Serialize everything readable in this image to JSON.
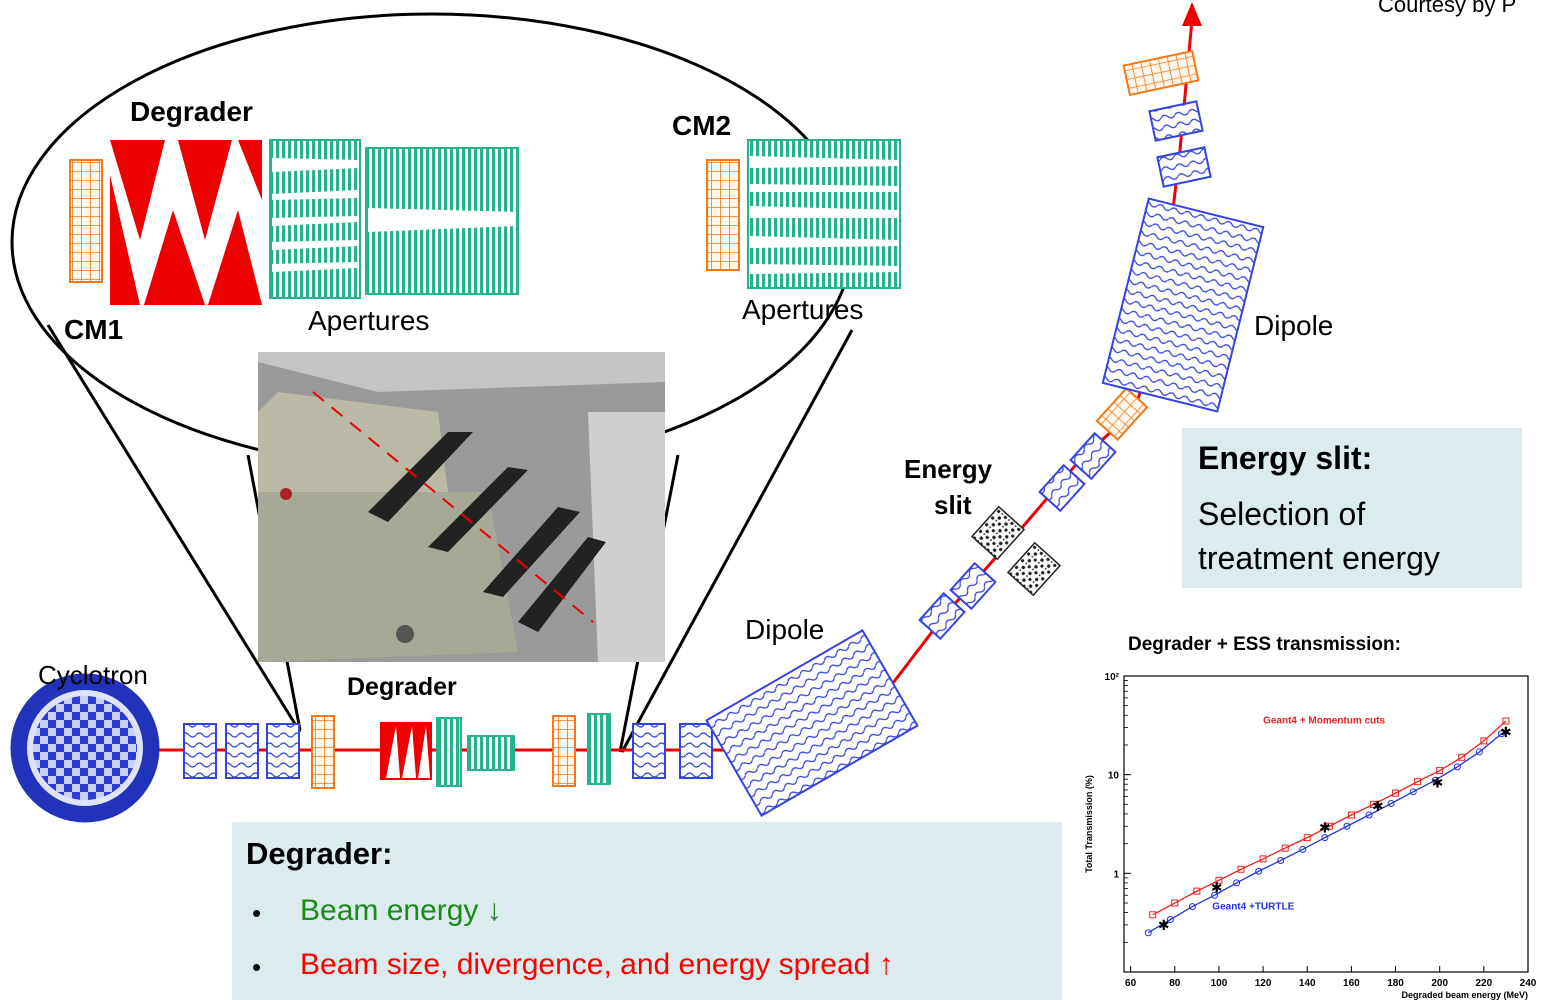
{
  "credit": "Courtesy by P",
  "labels": {
    "degrader_zoom": "Degrader",
    "cm1": "CM1",
    "cm2": "CM2",
    "apertures_1": "Apertures",
    "apertures_2": "Apertures",
    "cyclotron": "Cyclotron",
    "degrader_line": "Degrader",
    "dipole_1": "Dipole",
    "dipole_2": "Dipole",
    "energy_slit_1": "Energy",
    "energy_slit_2": "slit"
  },
  "degrader_box": {
    "title": "Degrader:",
    "bullet_1": "Beam energy ↓",
    "bullet_2": "Beam size, divergence, and energy spread ↑",
    "bullet_1_color": "#1a8a1a",
    "bullet_2_color": "#ff0000",
    "bullet_marker": "•"
  },
  "energy_box": {
    "title": "Energy slit:",
    "line_1": "Selection of",
    "line_2": "treatment energy"
  },
  "colors": {
    "beam": "#ee0000",
    "quad": "#3344dd",
    "collimator": "#f07a1a",
    "aperture": "#27b28e",
    "degrader": "#ee0000",
    "cyclotron": "#2233bb",
    "note_bg": "#dcebed"
  },
  "chart_title": "Degrader + ESS transmission:",
  "chart_data": {
    "type": "line",
    "title": "Degrader + ESS transmission:",
    "xlabel": "Degraded beam energy (MeV)",
    "ylabel": "Total Transmission (%)",
    "x_scale": "linear",
    "y_scale": "log",
    "xlim": [
      57,
      240
    ],
    "ylim": [
      0.1,
      100
    ],
    "x_ticks": [
      "60",
      "80",
      "100",
      "120",
      "140",
      "160",
      "180",
      "200",
      "220",
      "240"
    ],
    "y_ticks": [
      "1",
      "10",
      "10²"
    ],
    "grid": false,
    "series": [
      {
        "name": "Geant4 + Momentum cuts",
        "color": "#ee2222",
        "marker": "square",
        "x": [
          70,
          80,
          90,
          100,
          110,
          120,
          130,
          140,
          150,
          160,
          170,
          180,
          190,
          200,
          210,
          220,
          230
        ],
        "y": [
          0.38,
          0.5,
          0.66,
          0.85,
          1.1,
          1.4,
          1.8,
          2.3,
          3.0,
          3.9,
          5.0,
          6.5,
          8.5,
          11,
          15,
          22,
          35
        ]
      },
      {
        "name": "Geant4 +TURTLE",
        "color": "#2233dd",
        "marker": "circle",
        "x": [
          68,
          78,
          88,
          98,
          108,
          118,
          128,
          138,
          148,
          158,
          168,
          178,
          188,
          198,
          208,
          218,
          228
        ],
        "y": [
          0.25,
          0.34,
          0.46,
          0.6,
          0.8,
          1.05,
          1.35,
          1.75,
          2.3,
          3.0,
          3.9,
          5.1,
          6.7,
          8.8,
          12,
          17,
          26
        ]
      },
      {
        "name": "",
        "color": "#000000",
        "marker": "star",
        "x": [
          75,
          99,
          148,
          172,
          199,
          230
        ],
        "y": [
          0.3,
          0.72,
          2.9,
          4.8,
          8.3,
          27
        ]
      }
    ]
  }
}
